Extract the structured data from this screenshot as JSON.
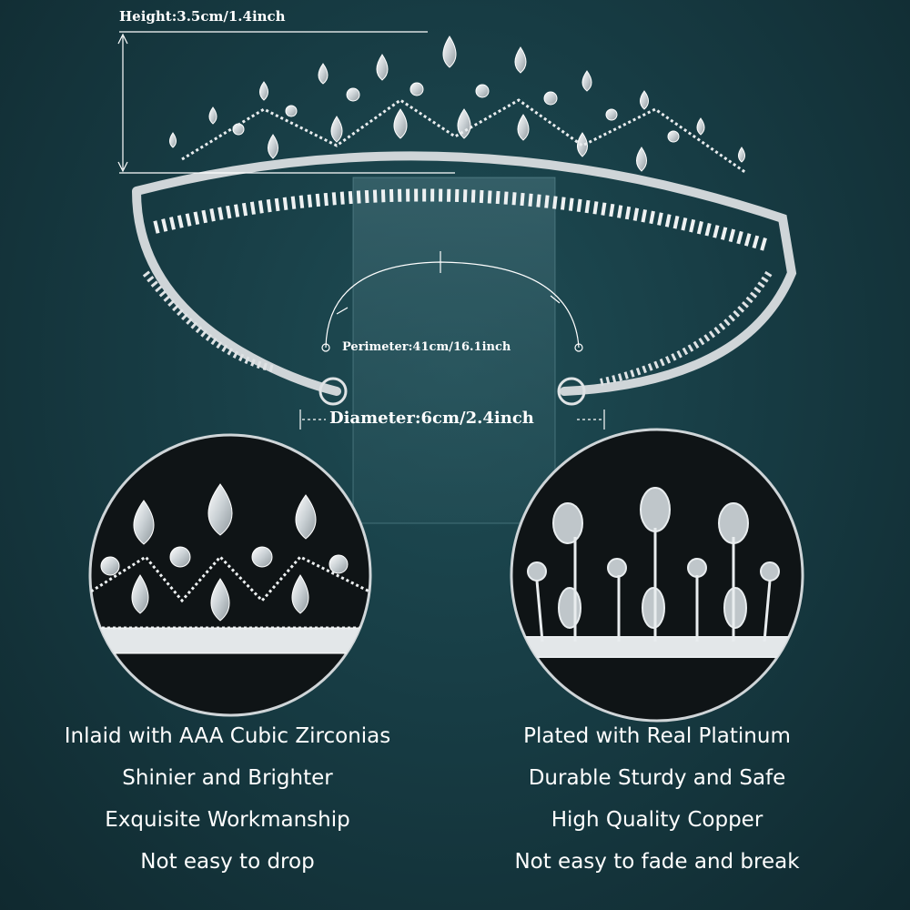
{
  "dimensions": {
    "height": "Height:3.5cm/1.4inch",
    "perimeter": "Perimeter:41cm/16.1inch",
    "diameter": "Diameter:6cm/2.4inch"
  },
  "features_left": [
    "Inlaid with AAA Cubic Zirconias",
    "Shinier and Brighter",
    "Exquisite Workmanship",
    "Not easy to drop"
  ],
  "features_right": [
    "Plated with Real Platinum",
    "Durable Sturdy and Safe",
    "High Quality Copper",
    "Not easy to fade and break"
  ],
  "colors": {
    "background": "#173c44",
    "metal": "#d8dde0",
    "text": "#ffffff"
  }
}
